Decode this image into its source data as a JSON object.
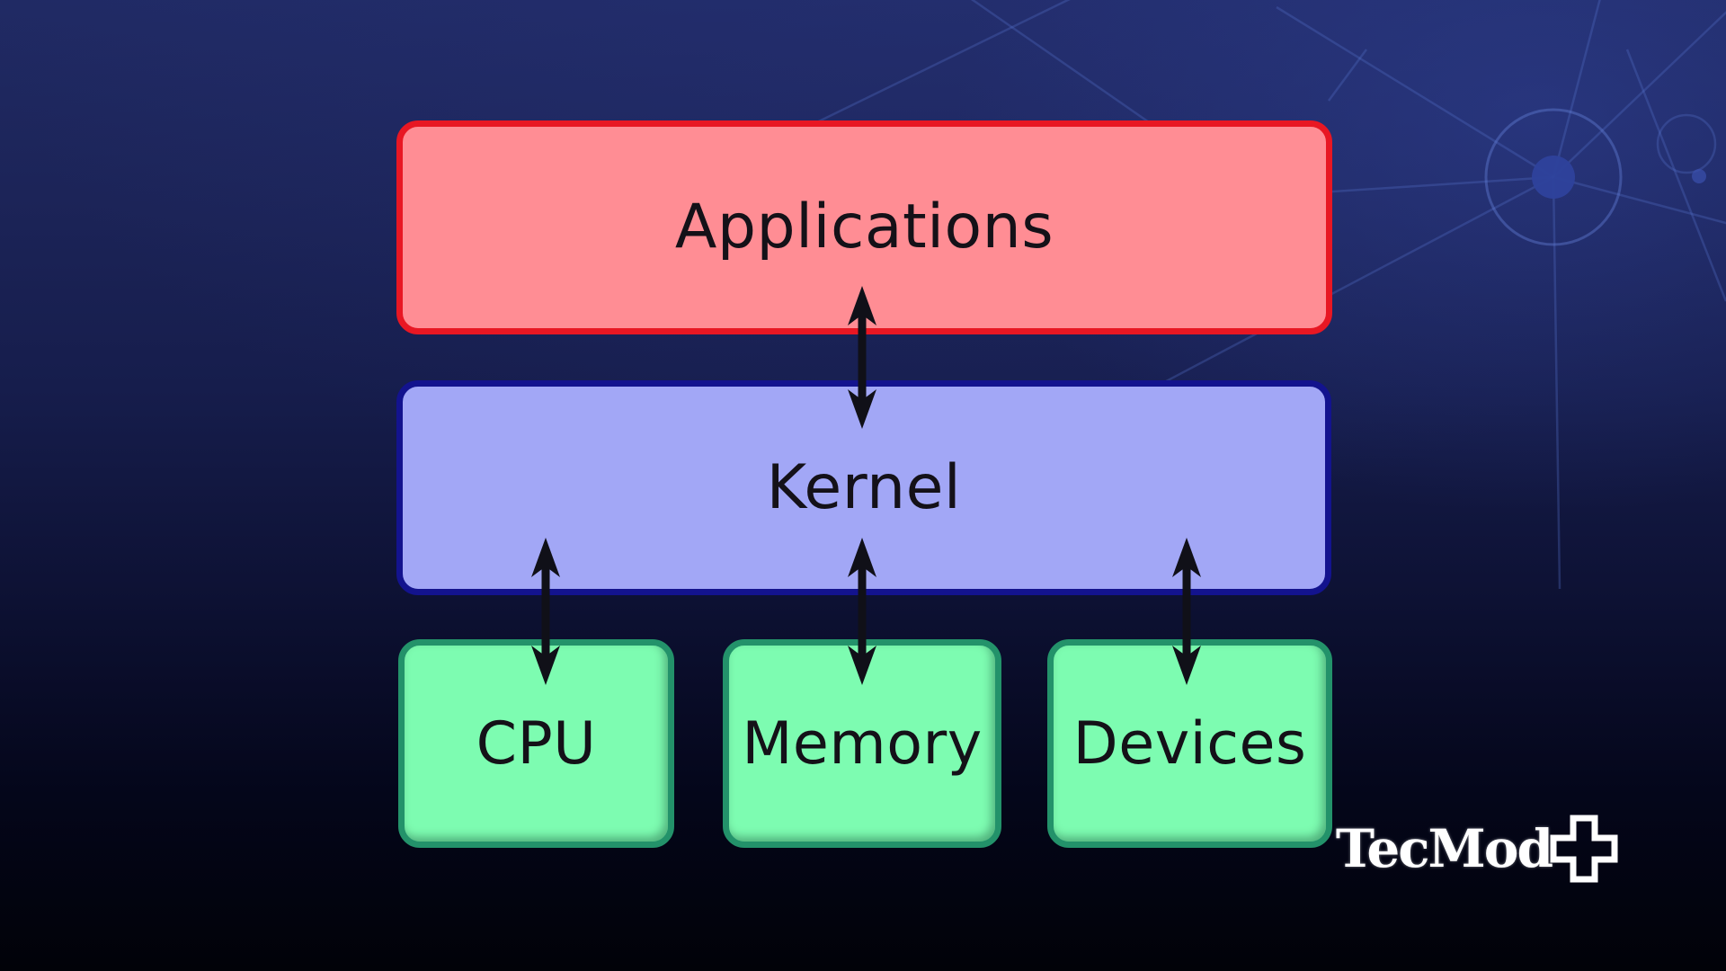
{
  "diagram": {
    "type": "block-diagram",
    "subject": "Operating system architecture layers",
    "nodes": [
      {
        "id": "applications",
        "label": "Applications",
        "fill": "#ff8d94",
        "border_color": "#e81723"
      },
      {
        "id": "kernel",
        "label": "Kernel",
        "fill": "#a2a7f6",
        "border_color": "#13138e"
      },
      {
        "id": "cpu",
        "label": "CPU",
        "fill": "#7dfcb1",
        "border_color": "#23926a"
      },
      {
        "id": "memory",
        "label": "Memory",
        "fill": "#7dfcb1",
        "border_color": "#23926a"
      },
      {
        "id": "devices",
        "label": "Devices",
        "fill": "#7dfcb1",
        "border_color": "#23926a"
      }
    ],
    "edges": [
      {
        "from": "Applications",
        "to": "Kernel",
        "style": "double-headed-arrow"
      },
      {
        "from": "Kernel",
        "to": "CPU",
        "style": "double-headed-arrow"
      },
      {
        "from": "Kernel",
        "to": "Memory",
        "style": "double-headed-arrow"
      },
      {
        "from": "Kernel",
        "to": "Devices",
        "style": "double-headed-arrow"
      }
    ],
    "arrow_color": "#101018",
    "label_color": "#141118"
  },
  "watermark": {
    "text": "TecMod",
    "icon": "plus-cross",
    "color": "#ffffff"
  },
  "background": {
    "style": "dark navy gradient with network plexus pattern in top-right",
    "top_color": "#202a64",
    "bottom_color": "#010208",
    "pattern_line_color": "#5570c8"
  }
}
